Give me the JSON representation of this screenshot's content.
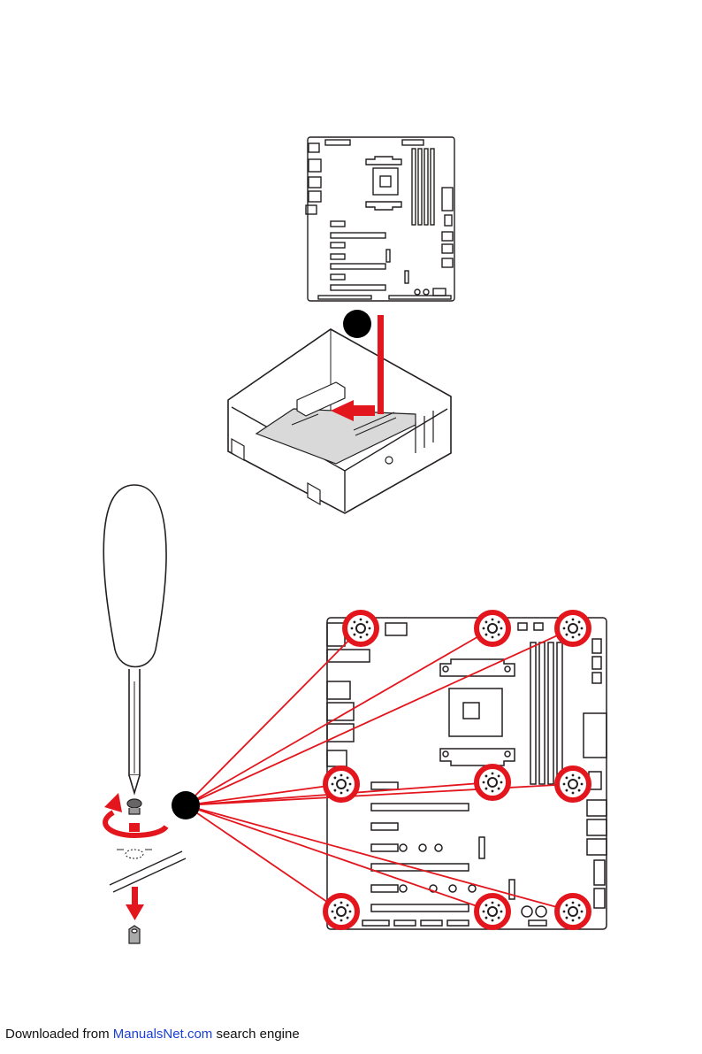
{
  "page": {
    "footer": {
      "prefix": "Downloaded from ",
      "link_text": "ManualsNet.com",
      "suffix": " search engine"
    }
  },
  "illustration": {
    "steps": [
      {
        "label": "install motherboard into case"
      },
      {
        "label": "fasten screws at mounting holes"
      }
    ],
    "mounting_hole_count": 9,
    "colors": {
      "accent": "#e3161e",
      "line": "#231f20",
      "board_fill": "#d9d9d9"
    },
    "icons": [
      "screwdriver-icon",
      "rotate-arrow-icon",
      "down-arrow-icon",
      "standoff-icon",
      "screw-icon"
    ]
  }
}
